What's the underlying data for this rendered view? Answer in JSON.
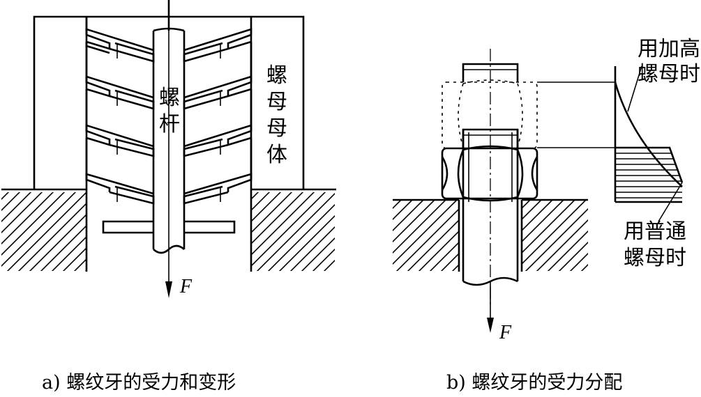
{
  "panel_a": {
    "bolt_label": [
      "螺",
      "杆"
    ],
    "nut_body_label": [
      "螺",
      "母",
      "母",
      "体"
    ],
    "force_label": "F",
    "caption": "a) 螺纹牙的受力和变形"
  },
  "panel_b": {
    "high_nut_label": [
      "用加高",
      "螺母时"
    ],
    "normal_nut_label": [
      "用普通",
      "螺母时"
    ],
    "force_label": "F",
    "caption": "b) 螺纹牙的受力分配"
  }
}
